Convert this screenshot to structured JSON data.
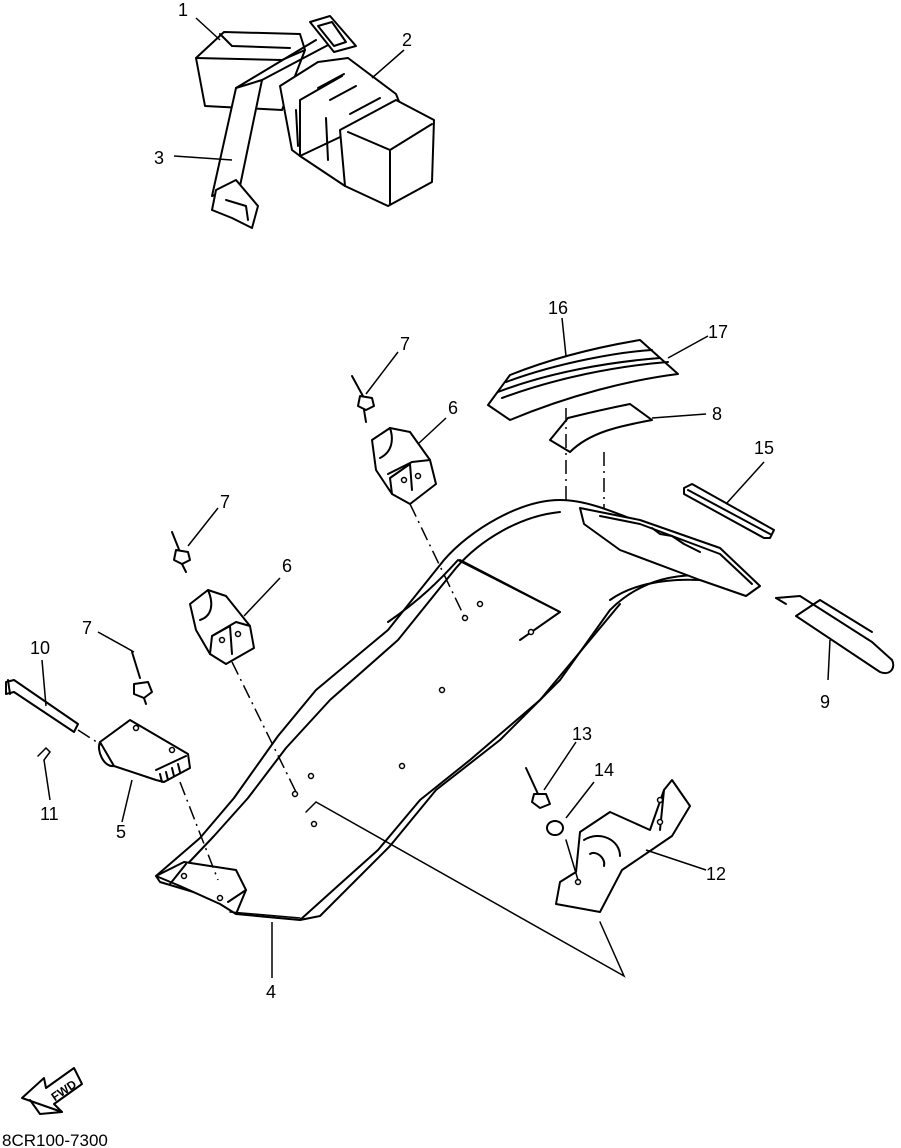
{
  "diagram": {
    "callouts": [
      "1",
      "2",
      "3",
      "4",
      "5",
      "6",
      "6",
      "7",
      "7",
      "7",
      "8",
      "9",
      "10",
      "11",
      "12",
      "13",
      "14",
      "15",
      "16",
      "17"
    ],
    "fwd_label": "FWD",
    "figure_code": "8CR100-7300"
  }
}
